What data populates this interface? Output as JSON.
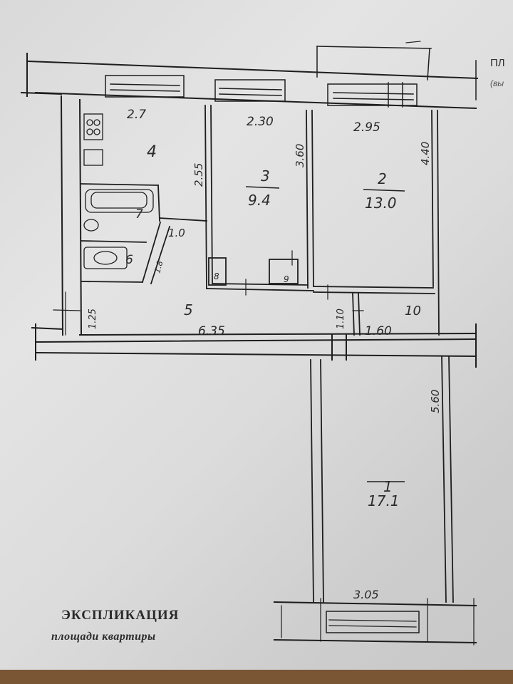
{
  "header": {
    "side_title": "ПЛ",
    "side_subtitle": "(вы"
  },
  "rooms": [
    {
      "id": "1",
      "number": "1",
      "area": "17.1"
    },
    {
      "id": "2",
      "number": "2",
      "area": "13.0"
    },
    {
      "id": "3",
      "number": "3",
      "area": "9.4"
    },
    {
      "id": "4",
      "number": "4"
    },
    {
      "id": "5",
      "number": "5"
    },
    {
      "id": "6",
      "number": "6"
    },
    {
      "id": "7",
      "number": "7"
    },
    {
      "id": "8",
      "number": "8"
    },
    {
      "id": "9",
      "number": "9"
    },
    {
      "id": "10",
      "number": "10"
    }
  ],
  "dimensions": {
    "kitchen_width": "2.7",
    "kitchen_depth": "2.55",
    "room3_width": "2.30",
    "room3_depth": "3.60",
    "room2_width": "2.95",
    "room2_depth": "4.40",
    "hall_length": "6.35",
    "hall_width": "1.25",
    "closet_width": "1.60",
    "closet_depth": "1.10",
    "bath_width": "1.0",
    "wc_depth": "1.8",
    "room1_depth": "5.60",
    "room1_width": "3.05"
  },
  "caption": {
    "title": "ЭКСПЛИКАЦИЯ",
    "subtitle": "площади квартиры"
  },
  "colors": {
    "ink": "#1e1e1e",
    "paper": "#dcdcdc",
    "table_edge": "#7a5634"
  }
}
